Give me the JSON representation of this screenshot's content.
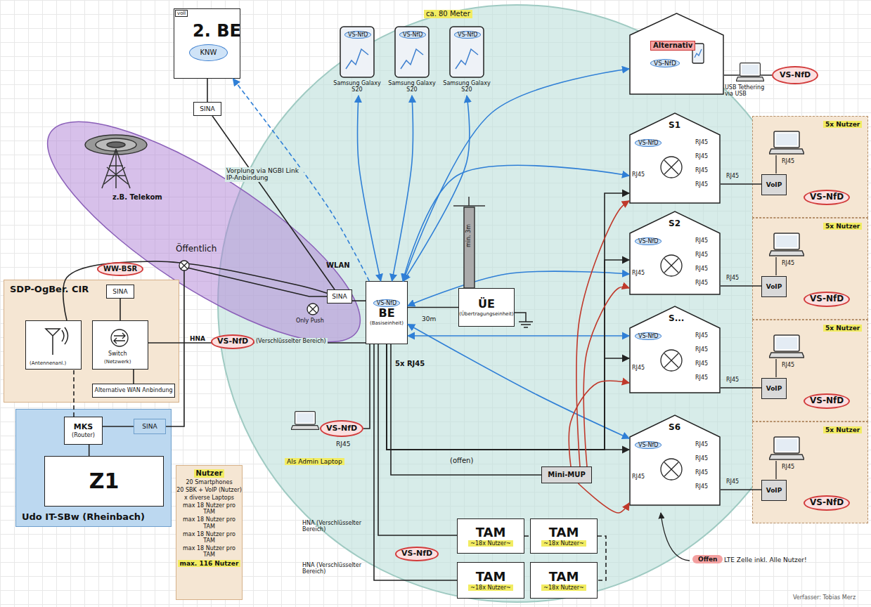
{
  "diagram": {
    "nodes": [
      {
        "text": [
          "2. BE"
        ]
      },
      {
        "text": [
          "KNW"
        ],
        "in": 0
      },
      {
        "text": [
          "SINA"
        ]
      },
      {
        "text": [
          "z.B. Telekom",
          "Öffentlich"
        ]
      },
      {
        "text": [
          "SINA"
        ]
      },
      {
        "text": [
          "VS-NfD",
          "BE",
          "(Basiseinheit)"
        ]
      },
      {
        "text": [
          "ÜE",
          "(Übertragungseinheit)"
        ]
      },
      {
        "text": [
          "SDP-OgBer. CIR"
        ]
      },
      {
        "text": [
          "(Antennenanl.)"
        ],
        "in": 7
      },
      {
        "text": [
          "Switch",
          "(Netzwerk)"
        ],
        "in": 7
      },
      {
        "text": [
          "SINA"
        ],
        "in": 7
      },
      {
        "text": [
          "Alternative WAN Anbindung"
        ],
        "in": 7
      },
      {
        "text": [
          "Udo IT-SBw (Rheinbach)"
        ]
      },
      {
        "text": [
          "MKS",
          "(Router)"
        ],
        "in": 12
      },
      {
        "text": [
          "Z1"
        ],
        "in": 12
      },
      {
        "text": [
          "SINA"
        ]
      },
      {
        "text": [
          "Nutzer",
          "20 Smartphones",
          "20 SBK + VoIP (Nutzer)",
          "x diverse Laptops",
          "max 18 Nutzer pro TAM",
          "max 18 Nutzer pro TAM",
          "max 18 Nutzer pro TAM",
          "max 18 Nutzer pro TAM",
          "max. 116 Nutzer"
        ]
      },
      {
        "text": [
          "VS-NfD"
        ]
      },
      {
        "text": [
          "VS-NfD",
          "Samsung Galaxy S20"
        ]
      },
      {
        "text": [
          "VS-NfD",
          "Samsung Galaxy S20"
        ]
      },
      {
        "text": [
          "VS-NfD",
          "Samsung Galaxy S20"
        ]
      },
      {
        "text": [
          "Alternativ",
          "VS-NfD"
        ]
      },
      {
        "text": [
          "VS-NfD"
        ]
      },
      {
        "text": [
          "S1",
          "VS-NfD",
          "RJ45",
          "RJ45",
          "RJ45",
          "RJ45",
          "RJ45"
        ]
      },
      {
        "text": [
          "S2",
          "VS-NfD",
          "RJ45",
          "RJ45",
          "RJ45",
          "RJ45",
          "RJ45"
        ]
      },
      {
        "text": [
          "S...",
          "VS-NfD",
          "RJ45",
          "RJ45",
          "RJ45",
          "RJ45",
          "RJ45"
        ]
      },
      {
        "text": [
          "S6",
          "VS-NfD",
          "RJ45",
          "RJ45",
          "RJ45",
          "RJ45",
          "RJ45"
        ]
      },
      {
        "text": [
          "5x Nutzer",
          "VS-NfD"
        ]
      },
      {
        "text": [
          "5x Nutzer",
          "VS-NfD"
        ]
      },
      {
        "text": [
          "5x Nutzer",
          "VS-NfD"
        ]
      },
      {
        "text": [
          "5x Nutzer",
          "VS-NfD"
        ]
      },
      {
        "text": [
          "VoIP"
        ],
        "in": 27
      },
      {
        "text": [
          "VoIP"
        ],
        "in": 28
      },
      {
        "text": [
          "VoIP"
        ],
        "in": 29
      },
      {
        "text": [
          "VoIP"
        ],
        "in": 30
      },
      {
        "text": [
          "Mini-MUP"
        ]
      },
      {
        "text": [
          "TAM",
          "~18x Nutzer~"
        ]
      },
      {
        "text": [
          "TAM",
          "~18x Nutzer~"
        ]
      },
      {
        "text": [
          "TAM",
          "~18x Nutzer~"
        ]
      },
      {
        "text": [
          "TAM",
          "~18x Nutzer~"
        ]
      }
    ],
    "edges": [
      {
        "from": 0,
        "to": 2,
        "arrow": "none"
      },
      {
        "from": 2,
        "to": 4,
        "label": "Vorplung via NGBI Link IP-Anbindung",
        "arrow": "none"
      },
      {
        "from": 5,
        "to": 0,
        "arrow": "to"
      },
      {
        "from": 4,
        "to": 5,
        "arrow": "none"
      },
      {
        "from": 5,
        "to": 6,
        "label": "30m",
        "arrow": "none"
      },
      {
        "from": 5,
        "to": 18,
        "arrow": "both"
      },
      {
        "from": 5,
        "to": 19,
        "arrow": "both"
      },
      {
        "from": 5,
        "to": 20,
        "arrow": "both"
      },
      {
        "from": 5,
        "to": 21,
        "arrow": "both"
      },
      {
        "from": 21,
        "to": 22,
        "label": "USB Tethering via USB",
        "arrow": "none"
      },
      {
        "from": 5,
        "to": 23,
        "arrow": "both"
      },
      {
        "from": 5,
        "to": 24,
        "arrow": "both"
      },
      {
        "from": 5,
        "to": 25,
        "arrow": "both"
      },
      {
        "from": 5,
        "to": 26,
        "arrow": "both"
      },
      {
        "from": 5,
        "to": 23,
        "arrow": "to"
      },
      {
        "from": 5,
        "to": 24,
        "arrow": "to"
      },
      {
        "from": 5,
        "to": 25,
        "arrow": "to"
      },
      {
        "from": 5,
        "to": 26,
        "arrow": "to"
      },
      {
        "from": 5,
        "to": 35,
        "label": "(offen)",
        "arrow": "none"
      },
      {
        "from": 35,
        "to": 23,
        "arrow": "to"
      },
      {
        "from": 35,
        "to": 24,
        "arrow": "to"
      },
      {
        "from": 35,
        "to": 25,
        "arrow": "to"
      },
      {
        "from": 35,
        "to": 26,
        "arrow": "to"
      },
      {
        "from": 23,
        "to": 31,
        "label": "RJ45",
        "arrow": "none"
      },
      {
        "from": 24,
        "to": 32,
        "label": "RJ45",
        "arrow": "none"
      },
      {
        "from": 25,
        "to": 33,
        "label": "RJ45",
        "arrow": "none"
      },
      {
        "from": 26,
        "to": 34,
        "label": "RJ45",
        "arrow": "none"
      },
      {
        "from": 5,
        "to": 36,
        "label": "HNA (Verschlüsselter Bereich)",
        "arrow": "none"
      },
      {
        "from": 5,
        "to": 38,
        "label": "HNA (Verschlüsselter Bereich)",
        "arrow": "none"
      },
      {
        "from": 36,
        "to": 37,
        "arrow": "none"
      },
      {
        "from": 37,
        "to": 39,
        "arrow": "none"
      },
      {
        "from": 5,
        "to": 17,
        "label": "RJ45",
        "arrow": "none"
      },
      {
        "from": 9,
        "to": 5,
        "label": "HNA",
        "arrow": "none"
      },
      {
        "from": 8,
        "to": 4,
        "label": "WW-BSR",
        "arrow": "none"
      },
      {
        "from": 15,
        "to": 4,
        "arrow": "none"
      },
      {
        "from": 10,
        "to": 9,
        "arrow": "none"
      },
      {
        "from": 9,
        "to": 11,
        "arrow": "none"
      },
      {
        "from": 13,
        "to": 14,
        "arrow": "none"
      },
      {
        "from": 13,
        "to": 15,
        "arrow": "none"
      },
      {
        "from": 13,
        "to": 8,
        "arrow": "none"
      }
    ],
    "labels": [
      "voll",
      "Only Push",
      "VS-NfD",
      "(Verschlüsselter Bereich)",
      "Als Admin Laptop",
      "5x RJ45",
      "WLAN",
      "min. 3m",
      "ca. 80 Meter",
      "VS-NfD",
      "Offen",
      "LTE Zelle inkl. Alle Nutzer!",
      "Verfasser: Tobias Merz",
      "RJ45",
      "RJ45",
      "RJ45",
      "RJ45"
    ]
  }
}
